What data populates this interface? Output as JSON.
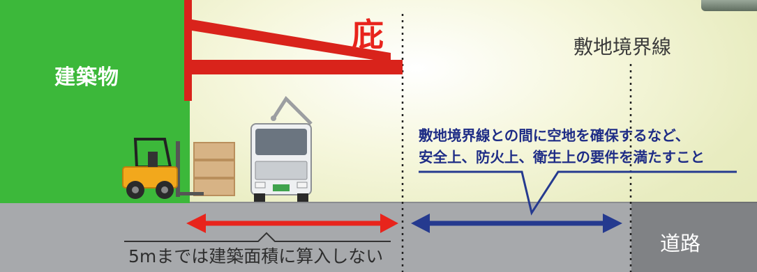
{
  "labels": {
    "building": "建築物",
    "eave": "庇",
    "boundary": "敷地境界線",
    "road": "道路",
    "requirement_line1": "敷地境界線との間に空地を確保するなど、",
    "requirement_line2": "安全上、防火上、衛生上の要件を満たすこと",
    "rule": "5mまでは建築面積に算入しない"
  },
  "colors": {
    "building": "#3cb83a",
    "eave": "#e8241c",
    "red_arrow": "#e8241c",
    "blue_arrow": "#253a8f",
    "ground": "#a7a9ac",
    "road": "#808285"
  },
  "icons": [
    "forklift-icon",
    "truck-icon",
    "cargo-boxes-icon"
  ]
}
